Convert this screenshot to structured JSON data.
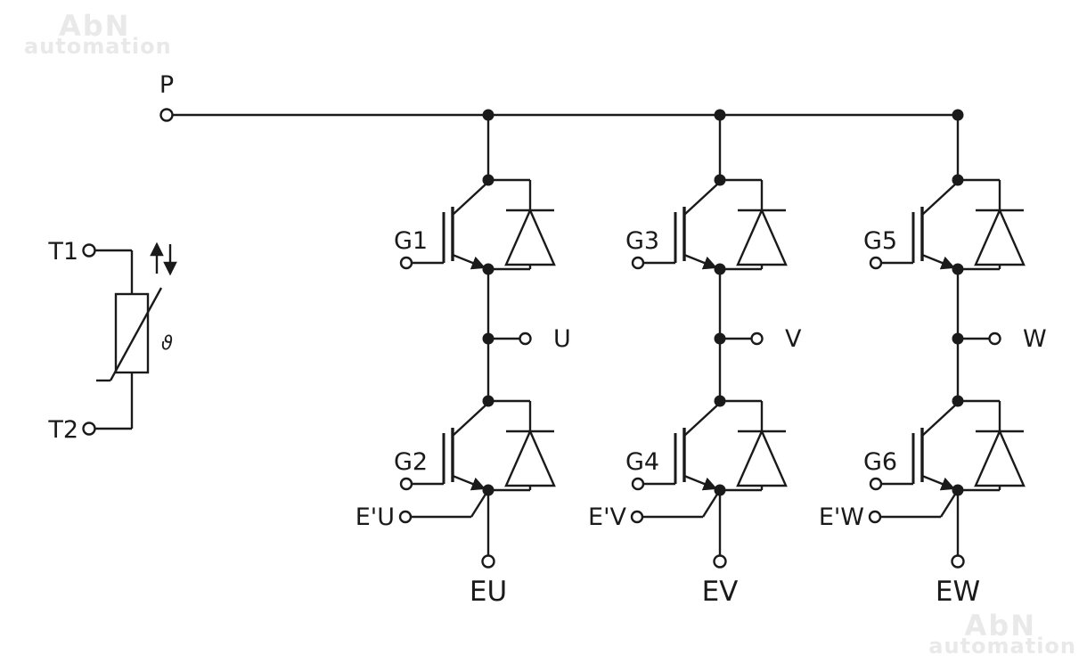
{
  "watermark": {
    "brand": "AbN",
    "sub": "automation"
  },
  "terminals": {
    "p": "P",
    "t1": "T1",
    "t2": "T2",
    "u": "U",
    "v": "V",
    "w": "W",
    "eu_aux": "E'U",
    "ev_aux": "E'V",
    "ew_aux": "E'W",
    "eu": "EU",
    "ev": "EV",
    "ew": "EW"
  },
  "gates": {
    "g1": "G1",
    "g2": "G2",
    "g3": "G3",
    "g4": "G4",
    "g5": "G5",
    "g6": "G6"
  },
  "thermistor": {
    "theta": "ϑ"
  },
  "colors": {
    "line": "#1a1a1a",
    "background": "#ffffff",
    "watermark": "#e9e9e9"
  }
}
